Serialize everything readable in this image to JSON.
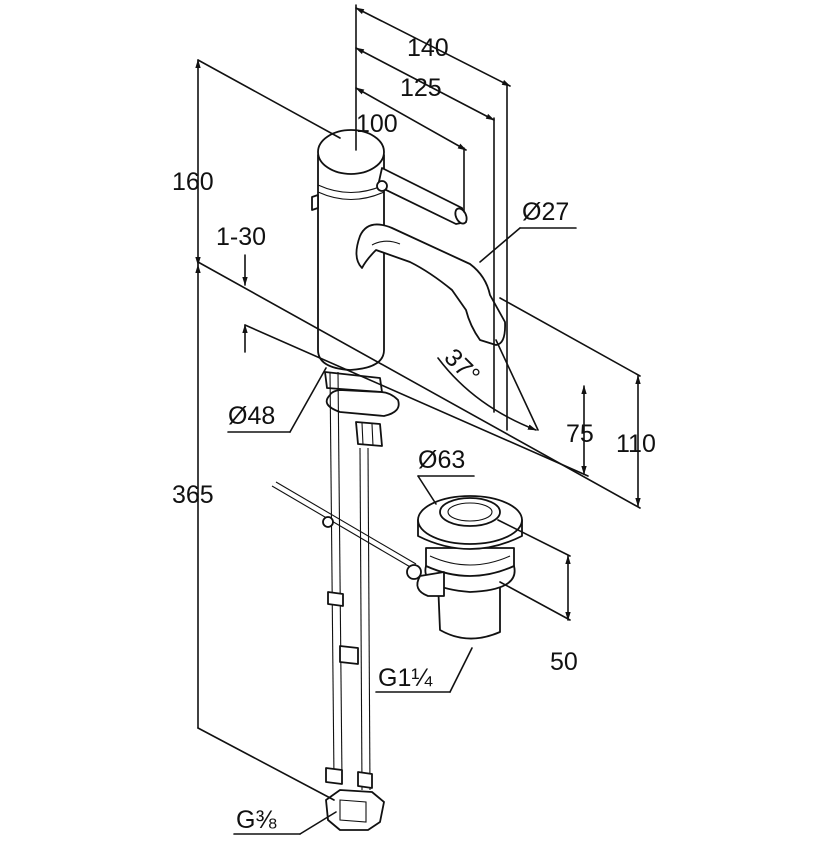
{
  "dimensions": {
    "d140": "140",
    "d125": "125",
    "d100": "100",
    "d160": "160",
    "d1_30": "1-30",
    "d27": "Ø27",
    "a37": "37°",
    "d48": "Ø48",
    "d75": "75",
    "d110": "110",
    "d63": "Ø63",
    "d365": "365",
    "d50": "50",
    "g114": "G1¼",
    "g38": "G⅜"
  }
}
